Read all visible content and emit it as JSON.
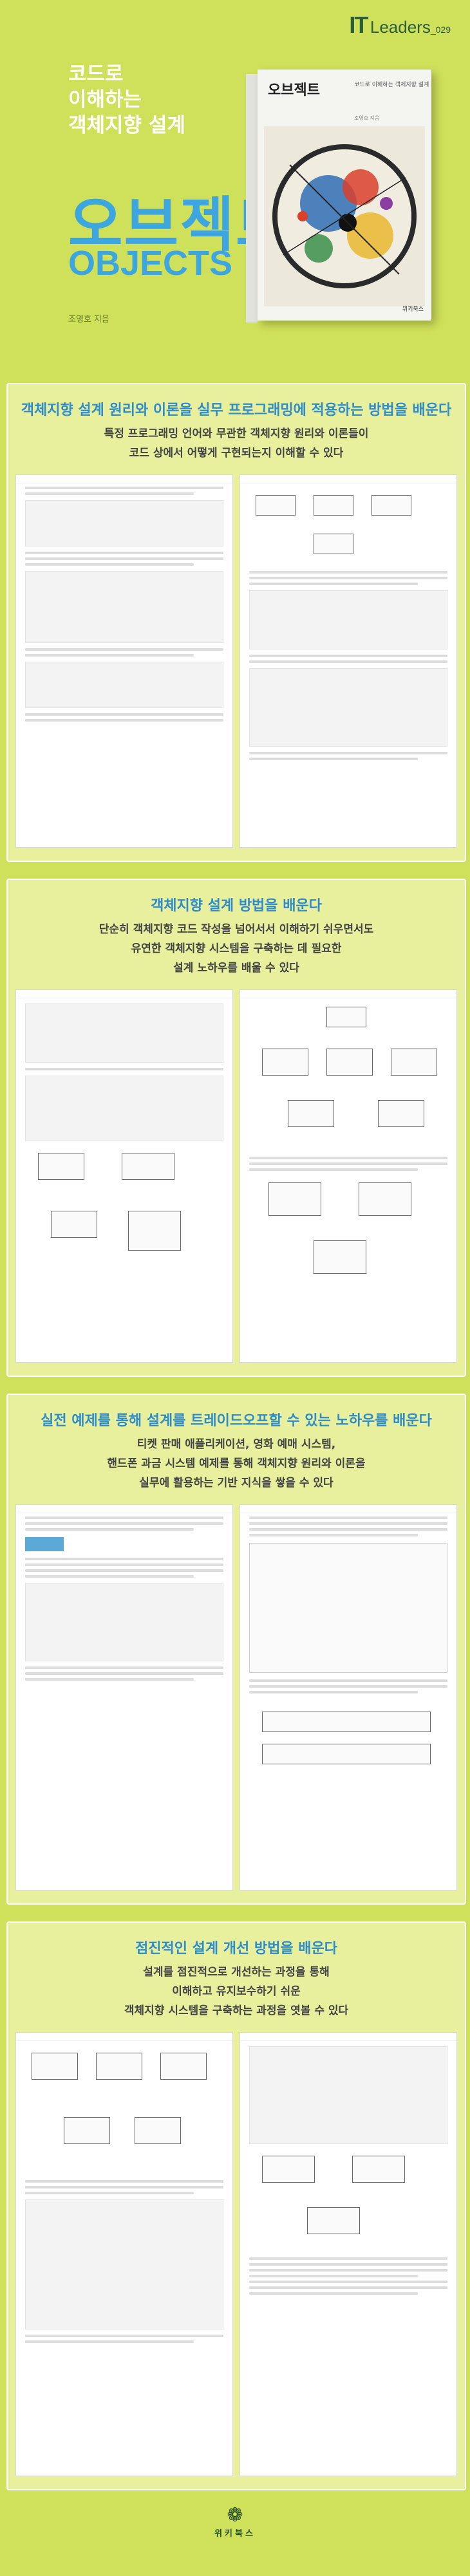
{
  "series": {
    "it": "IT",
    "leaders": "Leaders",
    "number": "_029"
  },
  "hero": {
    "subtitle_line1": "코드로",
    "subtitle_line2": "이해하는",
    "subtitle_line3": "객체지향 설계",
    "title_kr": "오브젝트",
    "title_en": "OBJECTS",
    "author": "조영호 지음"
  },
  "book": {
    "title": "오브젝트",
    "subtitle": "코드로 이해하는 객체지향 설계",
    "author": "조영호 지음",
    "publisher": "위키북스"
  },
  "sections": [
    {
      "heading": "객체지향 설계 원리와 이론을 실무 프로그래밍에 적용하는 방법을 배운다",
      "lines": [
        "특정 프로그래밍 언어와 무관한 객체지향 원리와 이론들이",
        "코드 상에서 어떻게 구현되는지 이해할 수 있다"
      ]
    },
    {
      "heading": "객체지향 설계 방법을 배운다",
      "lines": [
        "단순히 객체지향 코드 작성을 넘어서서 이해하기 쉬우면서도",
        "유연한 객체지향 시스템을 구축하는 데 필요한",
        "설계 노하우를 배울 수 있다"
      ]
    },
    {
      "heading": "실전 예제를 통해 설계를 트레이드오프할 수 있는 노하우를 배운다",
      "lines": [
        "티켓 판매 애플리케이션, 영화 예매 시스템,",
        "핸드폰 과금 시스템 예제를 통해 객체지향 원리와 이론을",
        "실무에 활용하는 기반 지식을 쌓을 수 있다"
      ]
    },
    {
      "heading": "점진적인 설계 개선 방법을 배운다",
      "lines": [
        "설계를 점진적으로 개선하는 과정을 통해",
        "이해하고 유지보수하기 쉬운",
        "객체지향 시스템을 구축하는 과정을 엿볼 수 있다"
      ]
    }
  ],
  "footer": {
    "publisher": "위키북스"
  }
}
